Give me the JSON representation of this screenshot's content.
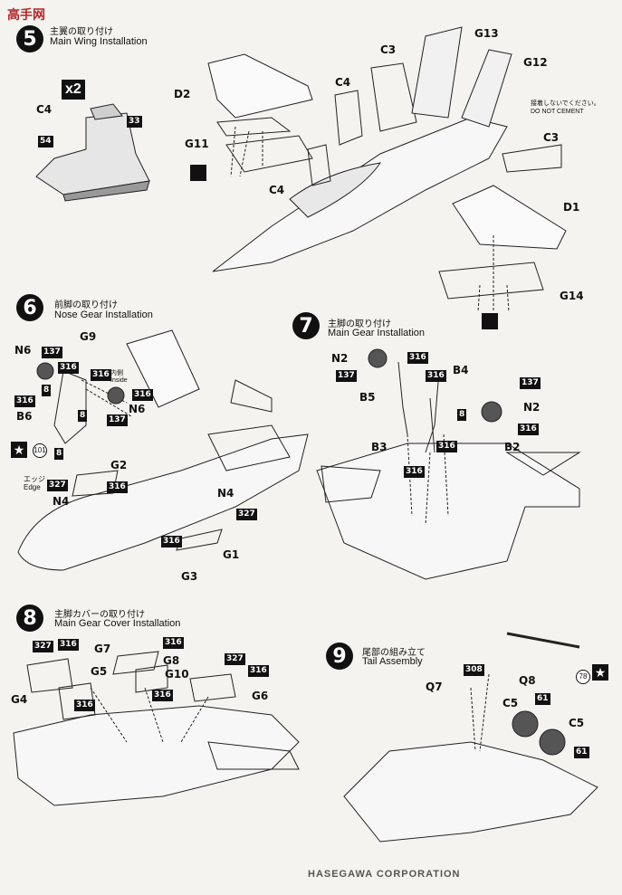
{
  "watermark": "高手网",
  "steps": {
    "s5": {
      "num": "5",
      "jp": "主翼の取り付け",
      "en": "Main Wing Installation"
    },
    "s6": {
      "num": "6",
      "jp": "前脚の取り付け",
      "en": "Nose Gear Installation"
    },
    "s7": {
      "num": "7",
      "jp": "主脚の取り付け",
      "en": "Main Gear Installation"
    },
    "s8": {
      "num": "8",
      "jp": "主脚カバーの取り付け",
      "en": "Main Gear Cover Installation"
    },
    "s9": {
      "num": "9",
      "jp": "尾部の組み立て",
      "en": "Tail Assembly"
    }
  },
  "s5_labels": {
    "x2": "x2",
    "c4a": "C4",
    "n33": "33",
    "n54": "54",
    "d2": "D2",
    "g11": "G11",
    "c4b": "C4",
    "c4c": "C4",
    "c3a": "C3",
    "g13": "G13",
    "g12": "G12",
    "c3b": "C3",
    "d1": "D1",
    "g14": "G14"
  },
  "cement": {
    "jp": "接着しないでください。",
    "en": "DO NOT CEMENT"
  },
  "s6_labels": {
    "n6a": "N6",
    "b137a": "137",
    "b316a": "316",
    "g9": "G9",
    "b316b": "316",
    "inside_jp": "内側",
    "inside_en": "Inside",
    "n8a": "8",
    "b316c": "316",
    "b6": "B6",
    "n8b": "8",
    "n8c": "8",
    "b316d": "316",
    "n6b": "N6",
    "b137b": "137",
    "star_num": "101",
    "g2": "G2",
    "b327a": "327",
    "edge_jp": "エッジ",
    "edge_en": "Edge",
    "b316e": "316",
    "n4a": "N4",
    "n4b": "N4",
    "b327b": "327",
    "b316f": "316",
    "g1": "G1",
    "g3": "G3"
  },
  "s7_labels": {
    "n2a": "N2",
    "b316a": "316",
    "b137a": "137",
    "b4": "B4",
    "b316b": "316",
    "b5": "B5",
    "n8": "8",
    "b137b": "137",
    "n2b": "N2",
    "b316c": "316",
    "b3": "B3",
    "b316d": "316",
    "b2": "B2",
    "b316e": "316"
  },
  "s8_labels": {
    "b327a": "327",
    "b316a": "316",
    "g4": "G4",
    "g5": "G5",
    "g7": "G7",
    "b316b": "316",
    "g8": "G8",
    "b316c": "316",
    "g10": "G10",
    "b327b": "327",
    "b316d": "316",
    "g6": "G6",
    "b316e": "316"
  },
  "s9_labels": {
    "q7": "Q7",
    "b308": "308",
    "q8": "Q8",
    "c5a": "C5",
    "b61a": "61",
    "c5b": "C5",
    "b61b": "61",
    "star_num": "78"
  },
  "footer": "HASEGAWA CORPORATION"
}
